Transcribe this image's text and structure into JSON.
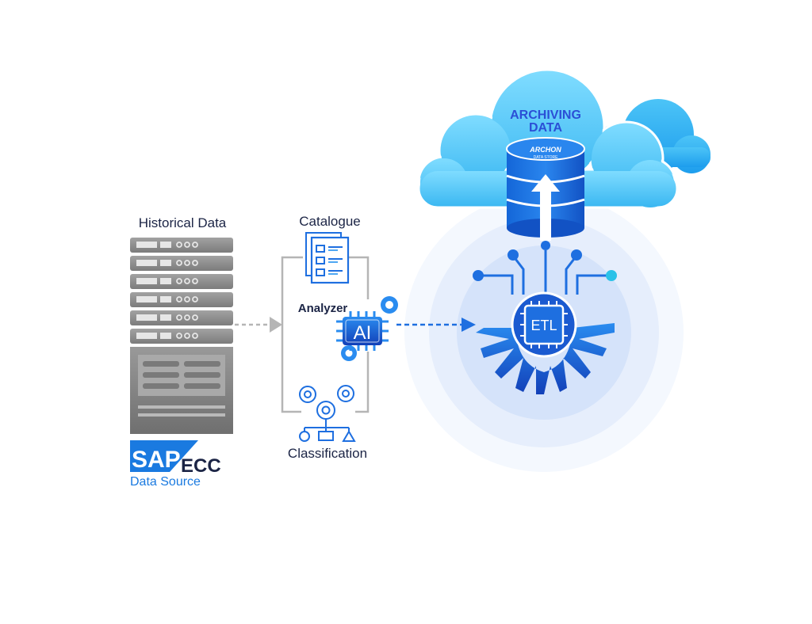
{
  "labels": {
    "historical_data": "Historical Data",
    "catalogue": "Catalogue",
    "analyzer": "Analyzer",
    "classification": "Classification",
    "ai_chip": "AI",
    "etl_chip": "ETL",
    "sap_logo": "SAP",
    "sap_product": "ECC",
    "data_source": "Data Source",
    "archiving_line1": "ARCHIVING",
    "archiving_line2": "DATA",
    "archon_logo": "ARCHON",
    "archon_sub": "DATA STORE"
  },
  "colors": {
    "accent_blue": "#1e6fe0",
    "navy_text": "#1b2445",
    "cloud_light": "#5ccdf6",
    "cloud_dark": "#28a9ef",
    "server_gray": "#8a8a8a",
    "connector_gray": "#b5b5b5",
    "sap_blue": "#1a7ae0",
    "glow": "#d9e6fb"
  },
  "icons": [
    "server-rack-icon",
    "catalogue-document-icon",
    "ai-chip-icon",
    "classification-flowchart-icon",
    "etl-gear-icon",
    "database-icon",
    "cloud-icon",
    "upload-arrow-icon",
    "sap-logo-icon"
  ]
}
